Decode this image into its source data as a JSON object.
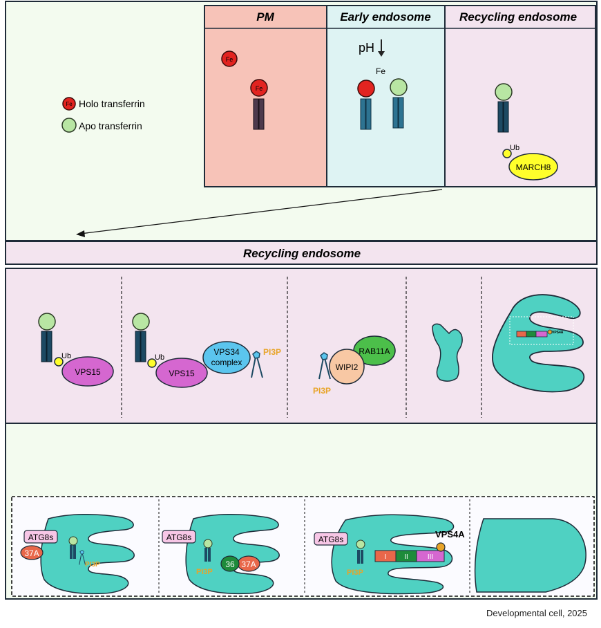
{
  "top_panel": {
    "headers": {
      "pm": "PM",
      "early_endosome": "Early endosome",
      "recycling_endosome": "Recycling endosome"
    },
    "legend": {
      "holo": "Holo transferrin",
      "apo": "Apo transferrin",
      "fe_symbol": "Fe"
    },
    "ph_label": "pH",
    "fe_label": "Fe",
    "ub_label": "Ub",
    "march8_label": "MARCH8"
  },
  "middle_panel": {
    "header": "Recycling endosome",
    "ub_label": "Ub",
    "vps15_label": "VPS15",
    "vps34_line1": "VPS34",
    "vps34_line2": "complex",
    "pi3p_label": "PI3P",
    "wipi2_label": "WIPI2",
    "rab11a_label": "RAB11A",
    "vps4a_small": "VPS4A"
  },
  "bottom_panel": {
    "atg8s_label": "ATG8s",
    "label_37a": "37A",
    "label_36": "36",
    "pi3p_label": "PI3P",
    "vps4a_label": "VPS4A",
    "segments": [
      "I",
      "II",
      "III"
    ]
  },
  "citation": "Developmental cell, 2025",
  "colors": {
    "pm_fill": "#f7c3b8",
    "early_fill": "#def3f3",
    "recycling_fill": "#f3e4ef",
    "outer_fill": "#f3fbef",
    "cyan": "#4fd1c2",
    "receptor": "#1d4a63",
    "fe_red": "#e22420",
    "apo_green": "#b8e6a3",
    "ub_yellow": "#ffff2b",
    "vps15_purple": "#d567d0",
    "vps34_blue": "#5bc5ee",
    "wipi2_peach": "#f8c8a4",
    "rab11a_green": "#4cbf4a",
    "atg8s_pink": "#f7c6e6",
    "red37a": "#e8674a",
    "green36": "#1e8b3b",
    "pi3p_orange": "#e8a428"
  }
}
